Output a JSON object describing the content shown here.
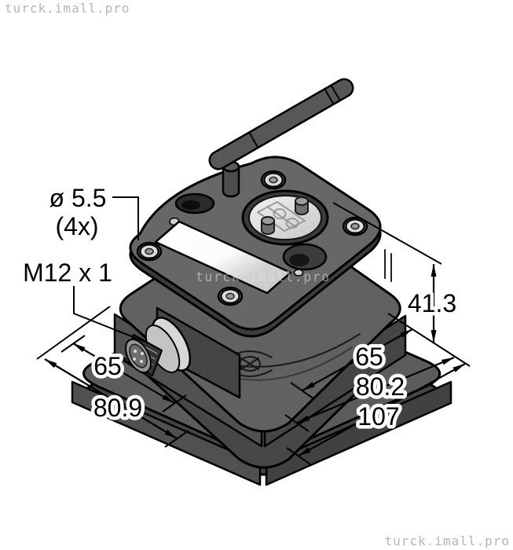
{
  "watermark": {
    "text": "turck.imall.pro"
  },
  "dimensions": {
    "hole_diameter": "ø 5.5",
    "hole_count": "(4x)",
    "connector_thread": "M12 x 1",
    "height": "41.3",
    "mount_spacing_left": "65",
    "depth": "80.9",
    "mount_spacing_right": "65",
    "width": "80.2",
    "total_width": "107"
  },
  "device": {
    "name": "wireless sensor node with antenna",
    "colors": {
      "outline": "#000000",
      "body_gray": "#5f5f5f",
      "flange_gray": "#4e4e4e",
      "label_white": "#ffffff",
      "window_gray": "#e9e9e9",
      "watermark_gray": "#b5b5b5"
    }
  }
}
